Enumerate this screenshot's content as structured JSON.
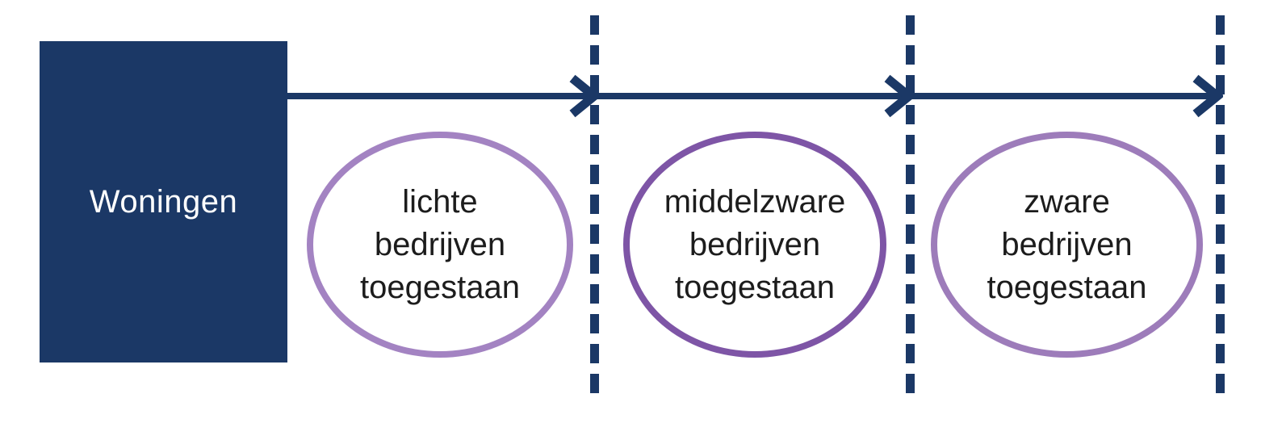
{
  "diagram": {
    "title": "zoning-gradient-diagram",
    "source_box": {
      "label": "Woningen"
    },
    "zones": [
      {
        "id": "lichte",
        "lines": [
          "lichte",
          "bedrijven",
          "toegestaan"
        ]
      },
      {
        "id": "middelzware",
        "lines": [
          "middelzware",
          "bedrijven",
          "toegestaan"
        ]
      },
      {
        "id": "zware",
        "lines": [
          "zware",
          "bedrijven",
          "toegestaan"
        ]
      }
    ],
    "colors": {
      "navy": "#1b3866",
      "zone1_border": "#a383c2",
      "zone2_border": "#7e55a6",
      "zone3_border": "#9d7cba",
      "zone_text": "#1c1c1c",
      "box_text": "#ffffff"
    }
  }
}
